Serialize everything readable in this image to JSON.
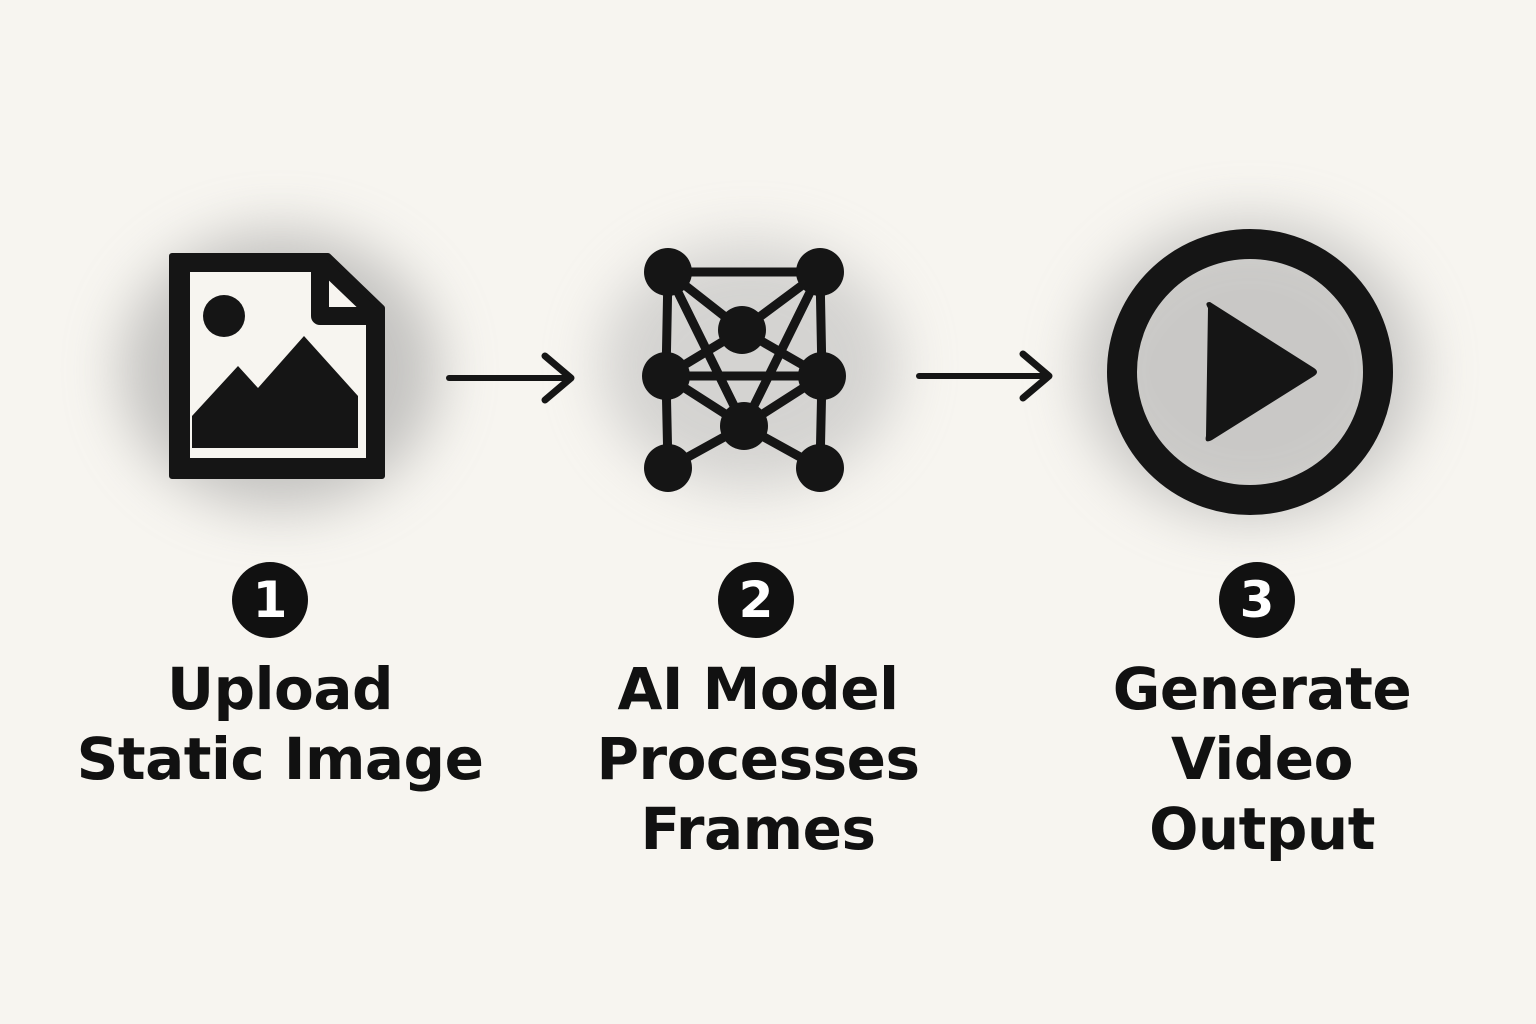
{
  "accent_color": "#111111",
  "background_color": "#f7f5f0",
  "steps": [
    {
      "number": "1",
      "label": "Upload\nStatic Image",
      "icon": "image-file-icon"
    },
    {
      "number": "2",
      "label": "AI Model\nProcesses\nFrames",
      "icon": "neural-network-icon"
    },
    {
      "number": "3",
      "label": "Generate\nVideo Output",
      "icon": "play-circle-icon"
    }
  ],
  "connectors": [
    "arrow-right-icon",
    "arrow-right-icon"
  ]
}
